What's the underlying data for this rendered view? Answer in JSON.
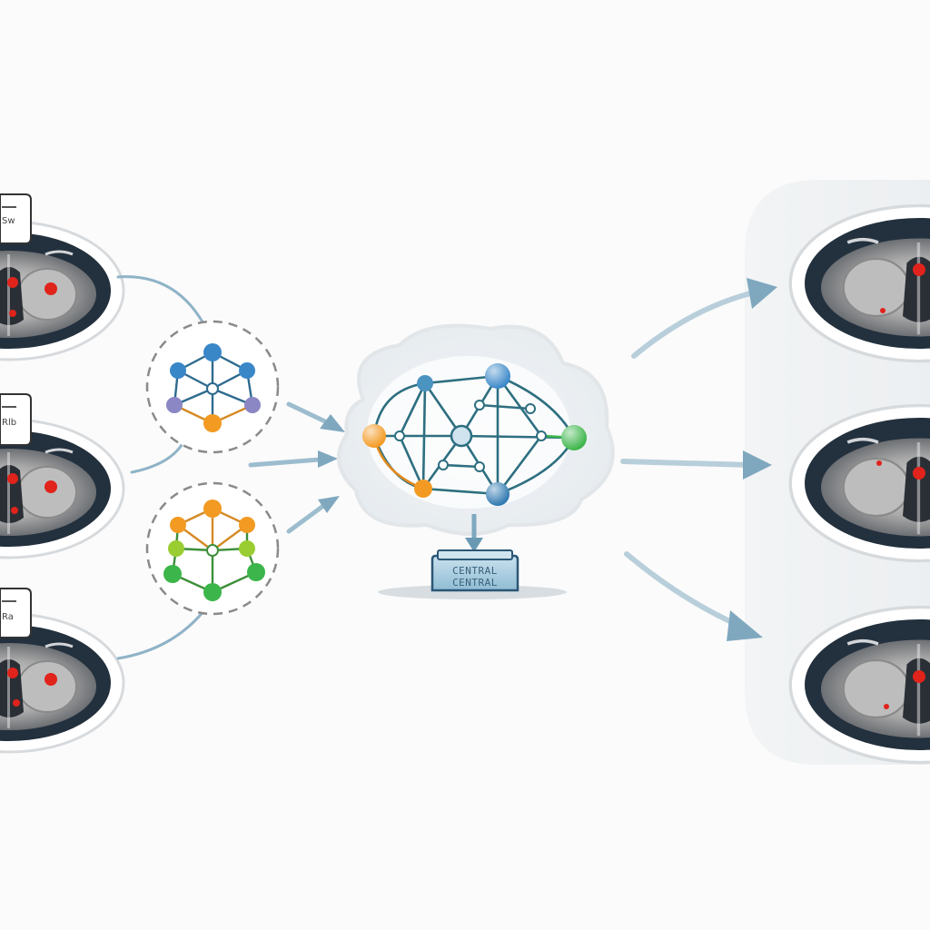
{
  "diagram": {
    "central_server": {
      "label_line1": "CENTRAL",
      "label_line2": "CENTRAL"
    },
    "client_notes": [
      {
        "text": "Sw"
      },
      {
        "text": "Rlb"
      },
      {
        "text": "Ra"
      }
    ],
    "colors": {
      "connector": "#8fb3c7",
      "arrow": "#7fa8bf",
      "scan_frame": "#23303d",
      "lesion": "#e0231b",
      "node_blue": "#3a87c8",
      "node_orange": "#f39a22",
      "node_green": "#3cb54a",
      "node_purple": "#8b86c4",
      "node_lime": "#9acd32",
      "edge_blue": "#2e6b8f",
      "edge_green": "#3d8f3a",
      "central_hub_edge": "#2d6f80",
      "server_fill": "#a9cfe0"
    },
    "icons": {
      "client_scan": "ct-scan-icon",
      "local_model": "network-graph-icon",
      "global_model": "network-graph-icon",
      "server": "server-icon",
      "output_scan": "ct-scan-icon"
    }
  }
}
